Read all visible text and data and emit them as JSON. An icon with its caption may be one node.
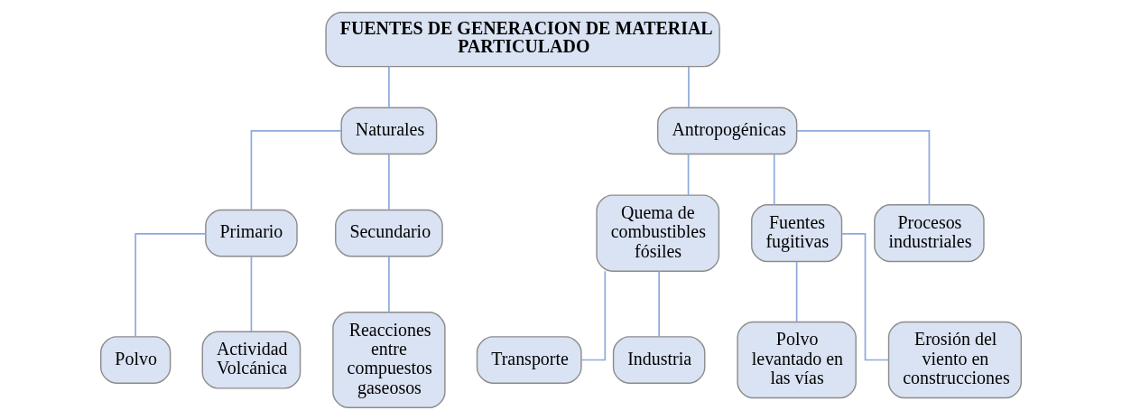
{
  "diagram": {
    "nodes": [
      {
        "text": [
          "FUENTES DE GENERACION DE MATERIAL PARTICULADO"
        ]
      },
      {
        "text": [
          "Naturales"
        ]
      },
      {
        "text": [
          "Antropogénicas"
        ]
      },
      {
        "text": [
          "Primario"
        ]
      },
      {
        "text": [
          "Secundario"
        ]
      },
      {
        "text": [
          "Quema de combustibles fósiles"
        ]
      },
      {
        "text": [
          "Fuentes fugitivas"
        ]
      },
      {
        "text": [
          "Procesos industriales"
        ]
      },
      {
        "text": [
          "Polvo"
        ]
      },
      {
        "text": [
          "Actividad Volcánica"
        ]
      },
      {
        "text": [
          "Reacciones entre compuestos gaseosos"
        ]
      },
      {
        "text": [
          "Transporte"
        ]
      },
      {
        "text": [
          "Industria"
        ]
      },
      {
        "text": [
          "Polvo levantado en las vías"
        ]
      },
      {
        "text": [
          "Erosión del viento en construcciones"
        ]
      }
    ],
    "edges": [
      {
        "from": 0,
        "to": 1,
        "arrow": "none"
      },
      {
        "from": 0,
        "to": 2,
        "arrow": "none"
      },
      {
        "from": 1,
        "to": 3,
        "arrow": "none"
      },
      {
        "from": 1,
        "to": 4,
        "arrow": "none"
      },
      {
        "from": 2,
        "to": 5,
        "arrow": "none"
      },
      {
        "from": 2,
        "to": 6,
        "arrow": "none"
      },
      {
        "from": 2,
        "to": 7,
        "arrow": "none"
      },
      {
        "from": 3,
        "to": 8,
        "arrow": "none"
      },
      {
        "from": 3,
        "to": 9,
        "arrow": "none"
      },
      {
        "from": 4,
        "to": 10,
        "arrow": "none"
      },
      {
        "from": 5,
        "to": 11,
        "arrow": "none"
      },
      {
        "from": 5,
        "to": 12,
        "arrow": "none"
      },
      {
        "from": 6,
        "to": 13,
        "arrow": "none"
      },
      {
        "from": 6,
        "to": 14,
        "arrow": "none"
      }
    ]
  }
}
